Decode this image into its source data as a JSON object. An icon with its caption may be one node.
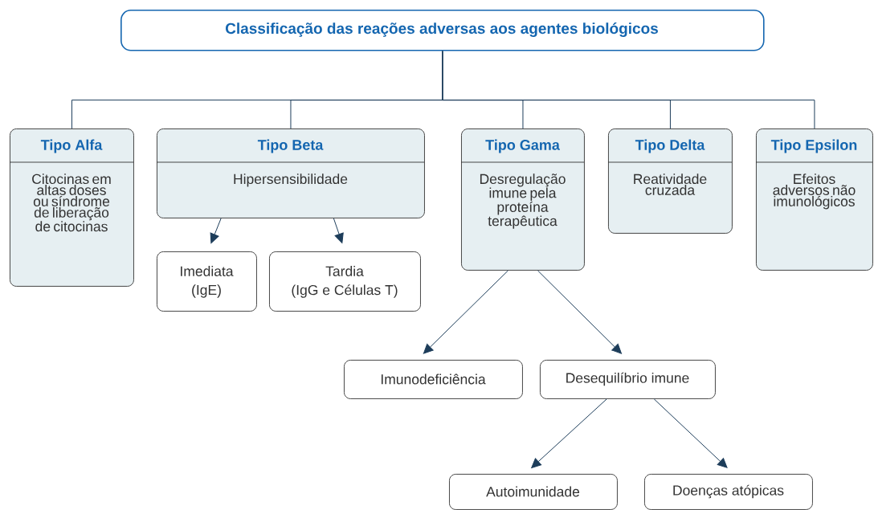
{
  "diagram": {
    "nodes": [
      {
        "text": [
          "Classificação das reações adversas aos agentes biológicos"
        ]
      },
      {
        "text": [
          "Tipo Alfa",
          "Citocinas em altas doses ou síndrome de liberação de citocinas"
        ]
      },
      {
        "text": [
          "Tipo Beta",
          "Hipersensibilidade"
        ]
      },
      {
        "text": [
          "Tipo Gama",
          "Desregulação imune pela proteína terapêutica"
        ]
      },
      {
        "text": [
          "Tipo Delta",
          "Reatividade cruzada"
        ]
      },
      {
        "text": [
          "Tipo Epsilon",
          "Efeitos adversos não imunológicos"
        ]
      },
      {
        "text": [
          "Imediata",
          "(IgE)"
        ]
      },
      {
        "text": [
          "Tardia",
          "(IgG e Células T)"
        ]
      },
      {
        "text": [
          "Imunodeficiência"
        ]
      },
      {
        "text": [
          "Desequilíbrio imune"
        ]
      },
      {
        "text": [
          "Autoimunidade"
        ]
      },
      {
        "text": [
          "Doenças atópicas"
        ]
      }
    ],
    "edges": [
      {
        "from": 0,
        "to": 1,
        "arrow": "none"
      },
      {
        "from": 0,
        "to": 2,
        "arrow": "none"
      },
      {
        "from": 0,
        "to": 3,
        "arrow": "none"
      },
      {
        "from": 0,
        "to": 4,
        "arrow": "none"
      },
      {
        "from": 0,
        "to": 5,
        "arrow": "none"
      },
      {
        "from": 2,
        "to": 6,
        "arrow": "to"
      },
      {
        "from": 2,
        "to": 7,
        "arrow": "to"
      },
      {
        "from": 3,
        "to": 8,
        "arrow": "to"
      },
      {
        "from": 3,
        "to": 9,
        "arrow": "to"
      },
      {
        "from": 9,
        "to": 10,
        "arrow": "to"
      },
      {
        "from": 9,
        "to": 11,
        "arrow": "to"
      }
    ]
  }
}
